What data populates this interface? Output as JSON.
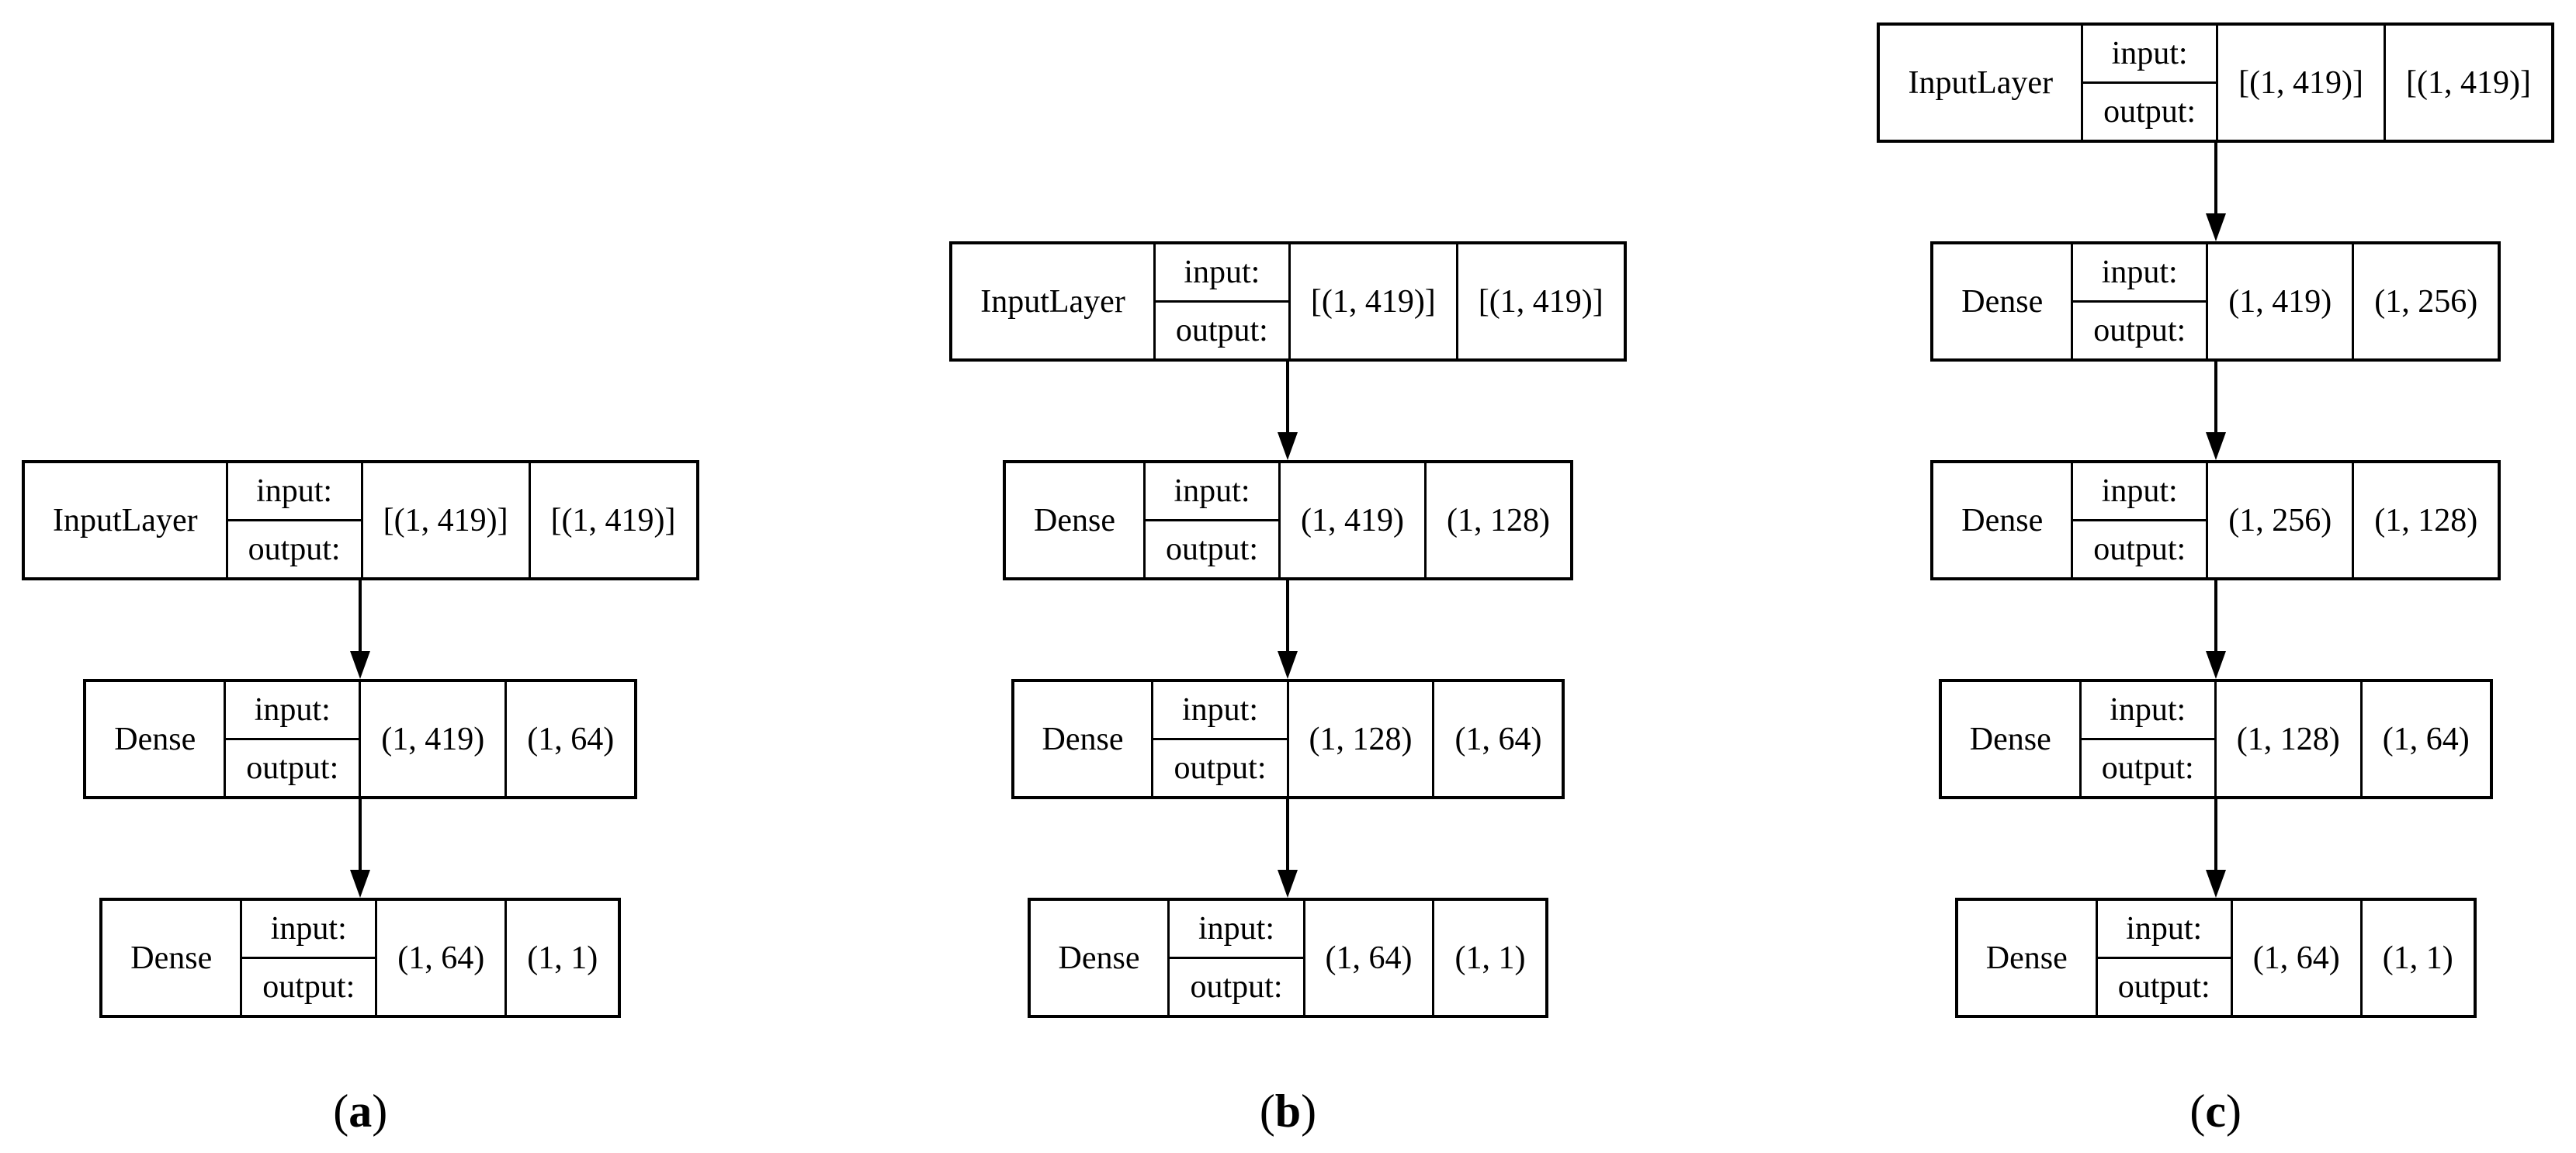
{
  "figure": {
    "io_labels": {
      "input": "input:",
      "output": "output:"
    },
    "colors": {
      "line": "#000000",
      "background": "#ffffff",
      "text": "#000000"
    },
    "diagrams": [
      {
        "id": "a",
        "label": {
          "open": "(",
          "letter": "a",
          "close": ")"
        },
        "nodes": [
          {
            "name": "InputLayer",
            "input_shape": "[(1, 419)]",
            "output_shape": "[(1, 419)]"
          },
          {
            "name": "Dense",
            "input_shape": "(1, 419)",
            "output_shape": "(1, 64)"
          },
          {
            "name": "Dense",
            "input_shape": "(1, 64)",
            "output_shape": "(1, 1)"
          }
        ]
      },
      {
        "id": "b",
        "label": {
          "open": "(",
          "letter": "b",
          "close": ")"
        },
        "nodes": [
          {
            "name": "InputLayer",
            "input_shape": "[(1, 419)]",
            "output_shape": "[(1, 419)]"
          },
          {
            "name": "Dense",
            "input_shape": "(1, 419)",
            "output_shape": "(1, 128)"
          },
          {
            "name": "Dense",
            "input_shape": "(1, 128)",
            "output_shape": "(1, 64)"
          },
          {
            "name": "Dense",
            "input_shape": "(1, 64)",
            "output_shape": "(1, 1)"
          }
        ]
      },
      {
        "id": "c",
        "label": {
          "open": "(",
          "letter": "c",
          "close": ")"
        },
        "nodes": [
          {
            "name": "InputLayer",
            "input_shape": "[(1, 419)]",
            "output_shape": "[(1, 419)]"
          },
          {
            "name": "Dense",
            "input_shape": "(1, 419)",
            "output_shape": "(1, 256)"
          },
          {
            "name": "Dense",
            "input_shape": "(1, 256)",
            "output_shape": "(1, 128)"
          },
          {
            "name": "Dense",
            "input_shape": "(1, 128)",
            "output_shape": "(1, 64)"
          },
          {
            "name": "Dense",
            "input_shape": "(1, 64)",
            "output_shape": "(1, 1)"
          }
        ]
      }
    ]
  }
}
